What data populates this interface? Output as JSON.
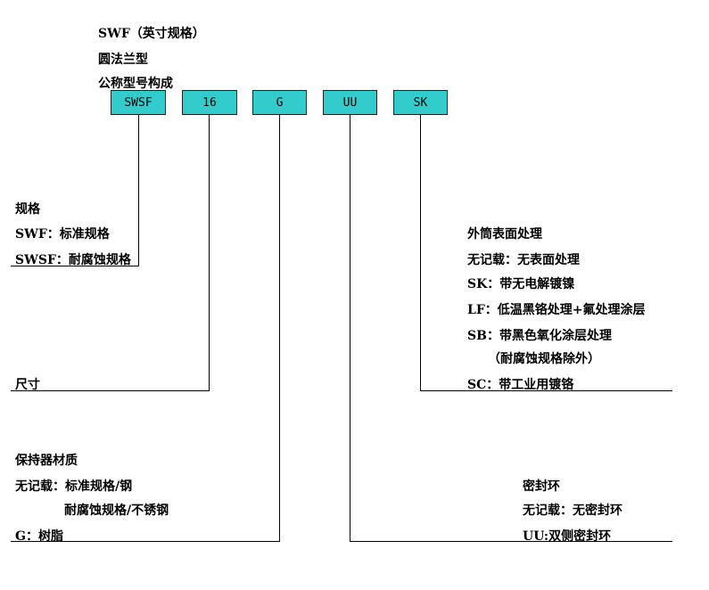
{
  "header": {
    "line1": "SWF（英寸规格）",
    "line2": "圆法兰型",
    "line3": "公称型号构成"
  },
  "box_color": "#33CCCC",
  "code_boxes": [
    "SWSF",
    "16",
    "G",
    "UU",
    "SK"
  ],
  "spec": {
    "title": "规格",
    "items": [
      "SWF：标准规格",
      "SWSF：耐腐蚀规格"
    ]
  },
  "size": {
    "label": "尺寸"
  },
  "retainer": {
    "title": "保持器材质",
    "items": [
      "无记载：标准规格/钢",
      "耐腐蚀规格/不锈钢",
      "G：树脂"
    ]
  },
  "surface": {
    "title": "外筒表面处理",
    "items": [
      "无记载：无表面处理",
      "SK：带无电解镀镍",
      "LF：低温黑铬处理+氟处理涂层",
      "SB：带黑色氧化涂层处理",
      "（耐腐蚀规格除外）",
      "SC：带工业用镀铬"
    ]
  },
  "seal": {
    "title": "密封环",
    "items": [
      "无记载：无密封环",
      "UU:双侧密封环"
    ]
  }
}
